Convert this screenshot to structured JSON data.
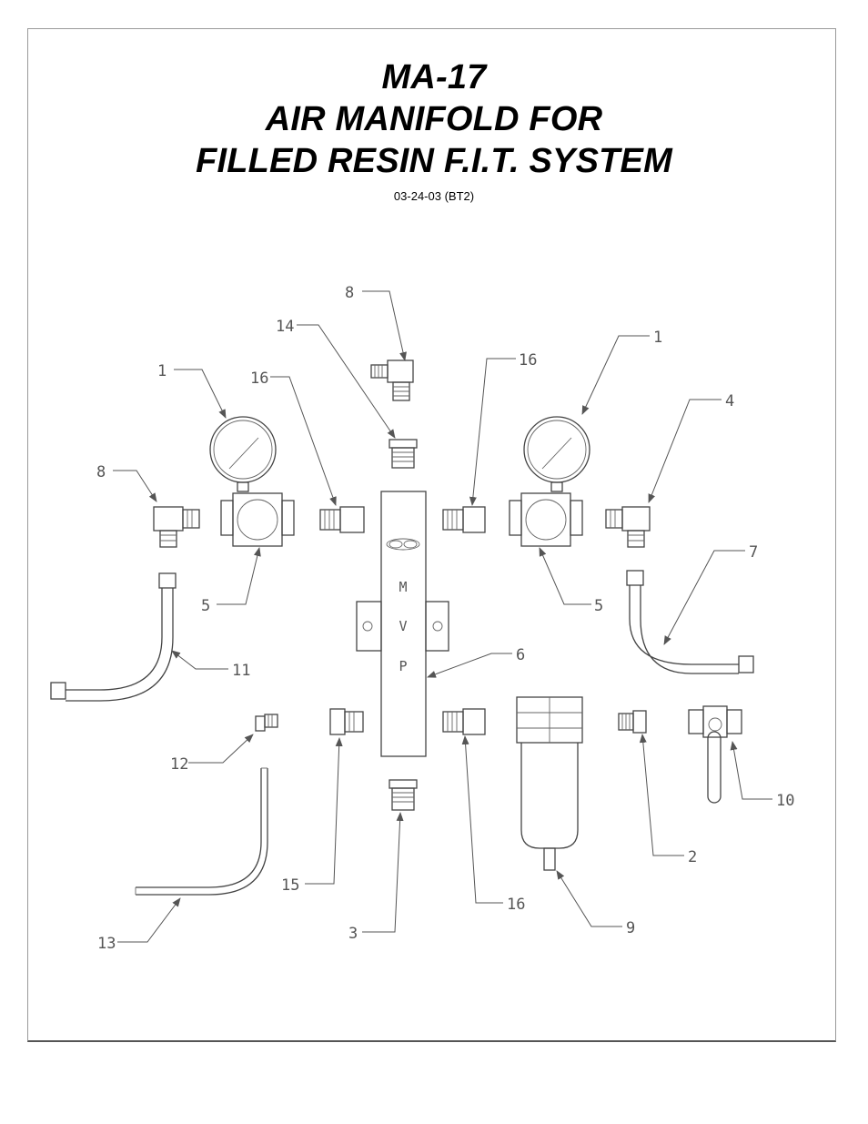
{
  "title": {
    "line1": "MA-17",
    "line2": "AIR MANIFOLD FOR",
    "line3": "FILLED RESIN F.I.T. SYSTEM"
  },
  "date_code": "03-24-03 (BT2)",
  "manifold_marking": {
    "m": "M",
    "v": "V",
    "p": "P"
  },
  "callouts": {
    "c8_top": "8",
    "c14": "14",
    "c16_upper_left": "16",
    "c16_upper_right": "16",
    "c1_left": "1",
    "c1_right": "1",
    "c4": "4",
    "c8_left": "8",
    "c7": "7",
    "c5_left": "5",
    "c5_right": "5",
    "c6": "6",
    "c11": "11",
    "c12": "12",
    "c10": "10",
    "c2": "2",
    "c15": "15",
    "c16_lower": "16",
    "c9": "9",
    "c3": "3",
    "c13": "13"
  }
}
